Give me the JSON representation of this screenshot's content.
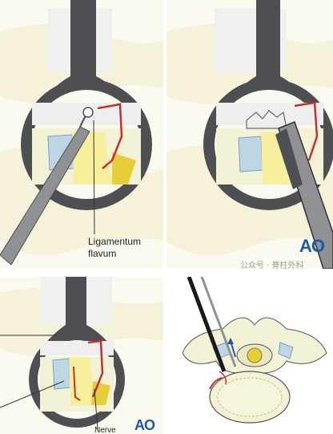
{
  "panels": {
    "p1": {
      "label_line1": "Ligamentum",
      "label_line2": "flavum"
    },
    "p2": {
      "logo": "AO",
      "watermark": "公众号 · 脊柱外科"
    },
    "p3": {
      "label_partial": "Nerve",
      "logo": "AO"
    },
    "p4": {}
  },
  "colors": {
    "tool_dark": "#4d4f52",
    "tool_mid": "#8f9194",
    "bone": "#f3f1d6",
    "dura": "#e6cd3a",
    "ligament_red": "#c4312b",
    "disc_blue": "#bcd6e6",
    "logo_blue": "#1b5aa6"
  }
}
